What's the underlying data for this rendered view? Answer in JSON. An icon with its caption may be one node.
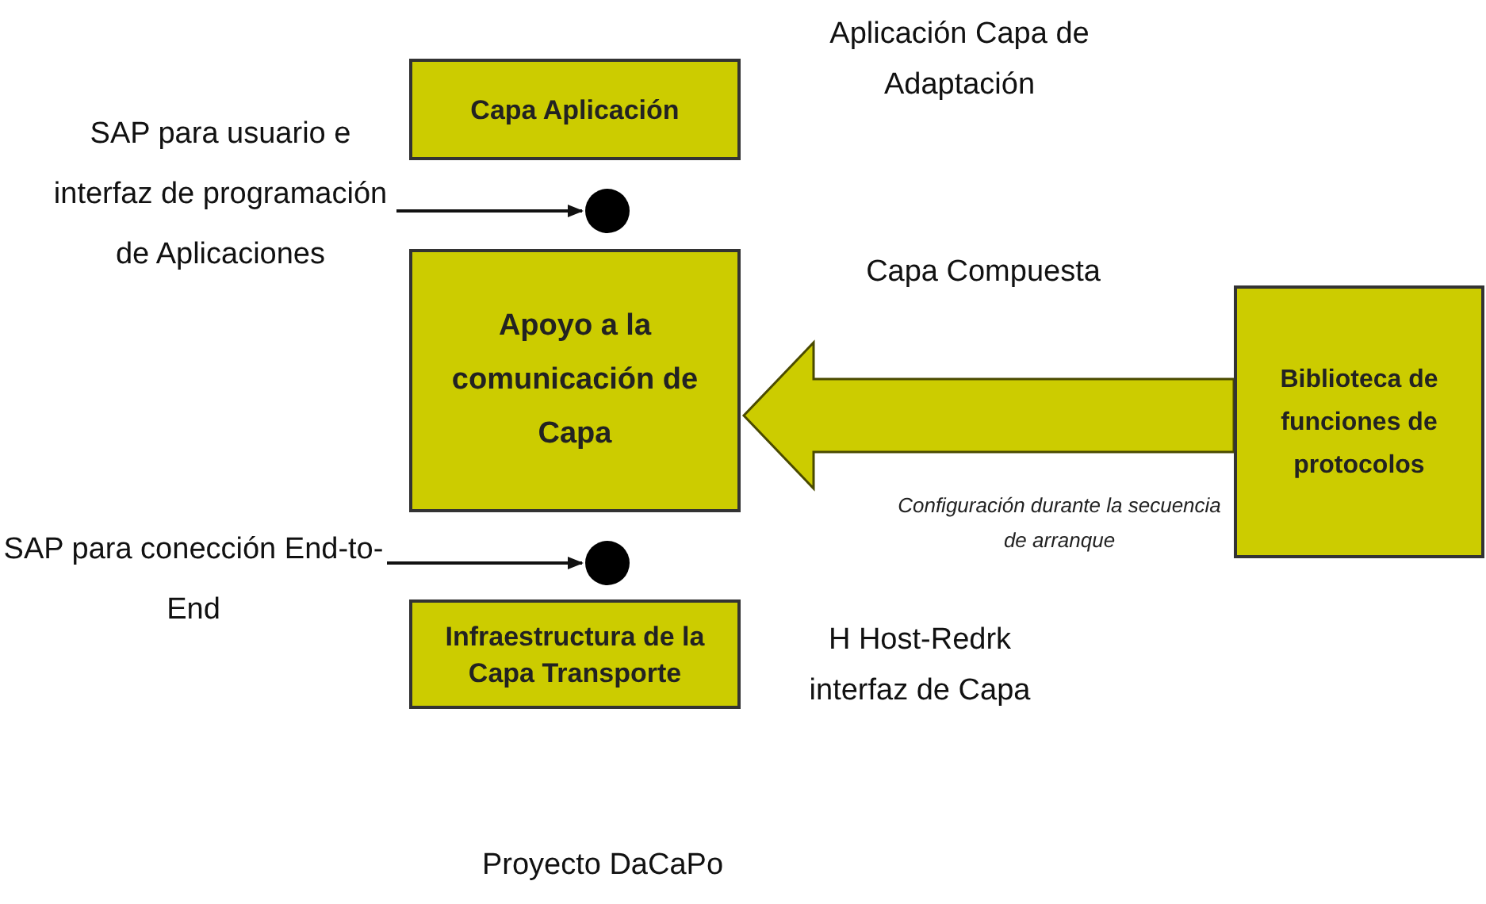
{
  "diagram": {
    "caption": "Proyecto DaCaPo",
    "nodes": [
      {
        "text": [
          "Capa Aplicación"
        ]
      },
      {
        "text": [],
        "shape": "circle"
      },
      {
        "text": [
          "Apoyo a la comunicación de Capa"
        ]
      },
      {
        "text": [],
        "shape": "circle"
      },
      {
        "text": [
          "Infraestructura de la Capa Transporte"
        ]
      },
      {
        "text": [
          "Biblioteca de funciones de protocolos"
        ]
      },
      {
        "text": [
          "SAP para usuario e interfaz de programación de Aplicaciones"
        ]
      },
      {
        "text": [
          "SAP para conección End-to-End"
        ]
      }
    ],
    "edges": [
      {
        "from": 6,
        "to": 1,
        "arrow": "to"
      },
      {
        "from": 7,
        "to": 3,
        "arrow": "to"
      },
      {
        "from": 5,
        "to": 2,
        "arrow": "to",
        "style": "thick",
        "label": "Configuración durante la secuencia de arranque"
      }
    ],
    "labels": [
      "Aplicación Capa de Adaptación",
      "Capa Compuesta",
      "H Host-Redrk interfaz de Capa"
    ]
  }
}
